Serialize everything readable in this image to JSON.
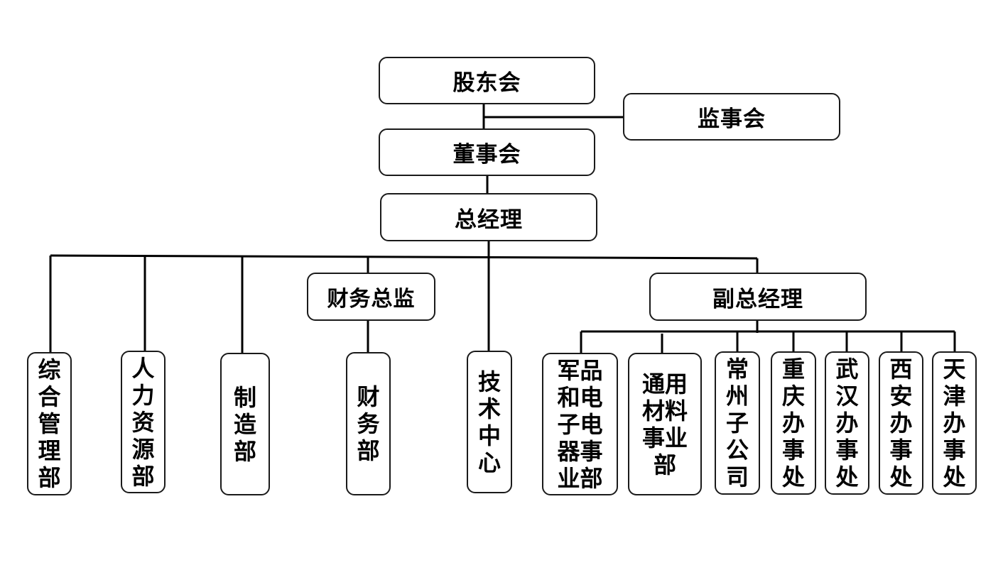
{
  "org_chart": {
    "shareholders": "股东会",
    "supervisors": "监事会",
    "board": "董事会",
    "general_manager": "总经理",
    "cfo": "财务总监",
    "deputy_gm": "副总经理",
    "departments": {
      "general_management": "综合管理部",
      "human_resources": "人力资源部",
      "manufacturing": "制造部",
      "finance": "财务部",
      "tech_center": "技术中心",
      "military_electronics": "军品和电子电器事业部",
      "general_materials": "通用材料事业部",
      "changzhou_subsidiary": "常州子公司",
      "chongqing_office": "重庆办事处",
      "wuhan_office": "武汉办事处",
      "xian_office": "西安办事处",
      "tianjin_office": "天津办事处"
    }
  }
}
